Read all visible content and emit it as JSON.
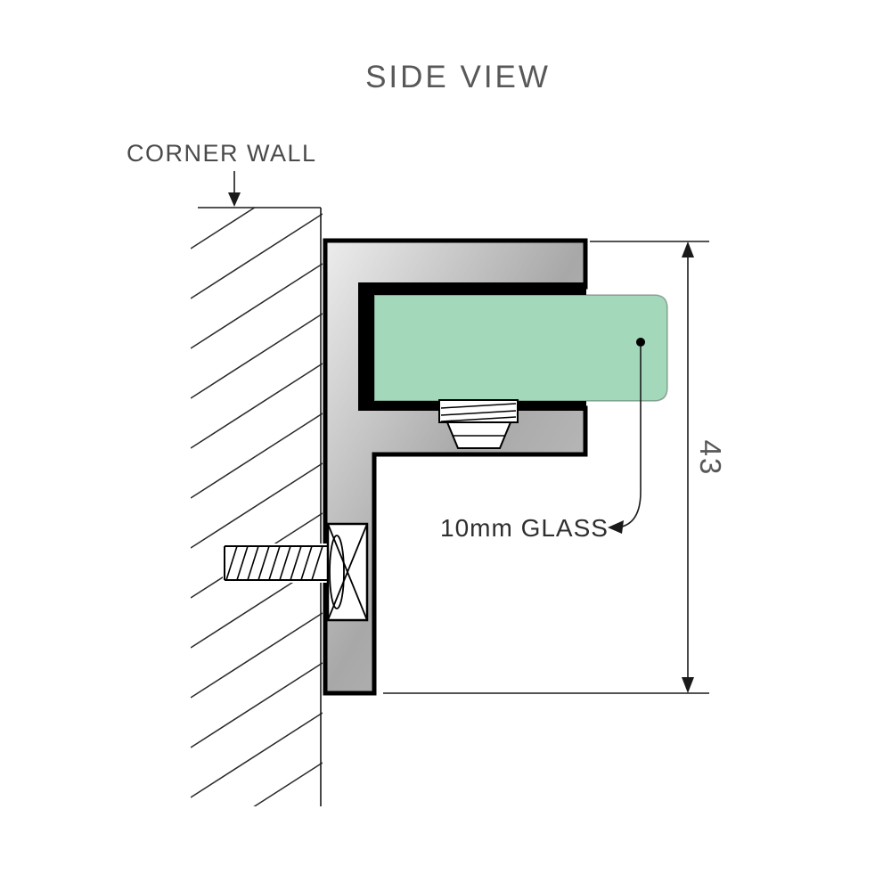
{
  "title": "SIDE VIEW",
  "wall": {
    "label": "CORNER WALL"
  },
  "glass": {
    "label": "10mm GLASS"
  },
  "dimension": {
    "value": "43"
  },
  "colors": {
    "glass": "#a3d8ba",
    "metal_light": "#ededed",
    "metal_mid": "#a8a8a8",
    "metal_dark": "#c4c4c4",
    "outline": "#000000",
    "text": "#585858"
  }
}
